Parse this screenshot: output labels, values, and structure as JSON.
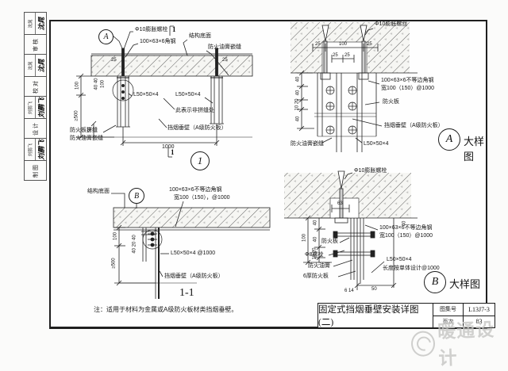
{
  "colors": {
    "line": "#222222",
    "paper": "#fbfbfa",
    "hatch_bg": "#f6f6f3",
    "watermark": "#c3c3c1"
  },
  "sidebar": {
    "cells": [
      {
        "type": "sig",
        "printed": "沈晁",
        "signed": "沈晁"
      },
      {
        "type": "role",
        "label": "审核"
      },
      {
        "type": "sig",
        "printed": "沈晁",
        "signed": "沈晁"
      },
      {
        "type": "role",
        "label": "校对"
      },
      {
        "type": "sig",
        "printed": "刘鹏飞",
        "signed": "刘鹏飞"
      },
      {
        "type": "role",
        "label": "设计"
      },
      {
        "type": "sig",
        "printed": "刘鹏飞",
        "signed": "刘鹏飞"
      },
      {
        "type": "role",
        "label": "制图"
      }
    ]
  },
  "details": {
    "d1": {
      "callout": "A",
      "section_top": "1",
      "section_bottom": "1",
      "bubble": "1",
      "labels": {
        "bolt": "Φ10膨胀螺栓",
        "angle": "100×63×6角钢",
        "soffit": "结构底面",
        "putty": "防火油膏嵌缝",
        "l50_left": "L50×50×4",
        "l50_right": "L50×50×4",
        "nonseam": "此表示非拼缝处",
        "barrier": "挡烟垂壁（A级防火板）",
        "seam1": "防火板拼缝",
        "seam2": "防火油膏嵌缝"
      },
      "dims": {
        "v100": "100",
        "v500": "≥500",
        "v50": "50",
        "span": "1000",
        "c100": "100",
        "c40": "40 40",
        "s25a": "25",
        "s25b": "25"
      }
    },
    "dA": {
      "bubble": "A",
      "caption": "大样图",
      "labels": {
        "bolt": "Φ10膨胀螺丝",
        "angle1": "100×63×6不等边角钢",
        "angle2": "宽100（150）@1000",
        "board": "防火板",
        "barrier": "挡烟垂壁（A级防火板）",
        "l50": "L50×50×4",
        "putty": "防火油膏嵌缝"
      },
      "dims": {
        "t25a": "25",
        "t100": "100",
        "t25b": "25",
        "i25a": "25",
        "i25b": "25",
        "l40a": "40",
        "l40b": "40",
        "l1020": "10 20",
        "l40c": "40"
      }
    },
    "d11": {
      "title": "1-1",
      "callout": "B",
      "labels": {
        "soffit": "结构底面",
        "angle1": "100×63×6不等边角钢",
        "angle2": "宽100（150），@1000",
        "l50": "L50×50×4  @1000",
        "barrier": "挡烟垂壁（A级防火板）"
      },
      "dims": {
        "v100": "100",
        "v500": "≥500",
        "c402040": "40 20 40"
      }
    },
    "dB": {
      "bubble": "B",
      "caption": "大样图",
      "labels": {
        "bolt": "Φ10膨胀螺栓",
        "angle1": "100×63×6不等边角钢",
        "angle2": "宽100（150）@1000",
        "board": "防火板",
        "bolt8": "Φ8螺栓",
        "putty": "防火油膏",
        "board6": "6厚防火板",
        "l50": "L50×50×4",
        "l50b": "长度按单体设计@1000"
      },
      "dims": {
        "t63": "63",
        "r40": "40",
        "l100": "100",
        "l40a": "40",
        "l40b": "40",
        "l1020": "10 20",
        "b614": "6 14",
        "b50": "50"
      }
    }
  },
  "note": {
    "text": "注：适用于材料为金属或A级防火板材类挡烟垂壁。"
  },
  "titlebar": {
    "title": "固定式挡烟垂壁安装详图(二)",
    "atlas_label": "图集号",
    "atlas_value": "L13J7-3",
    "page_label": "页次",
    "page_value": "83"
  },
  "watermark": {
    "text": "暖通设计"
  }
}
